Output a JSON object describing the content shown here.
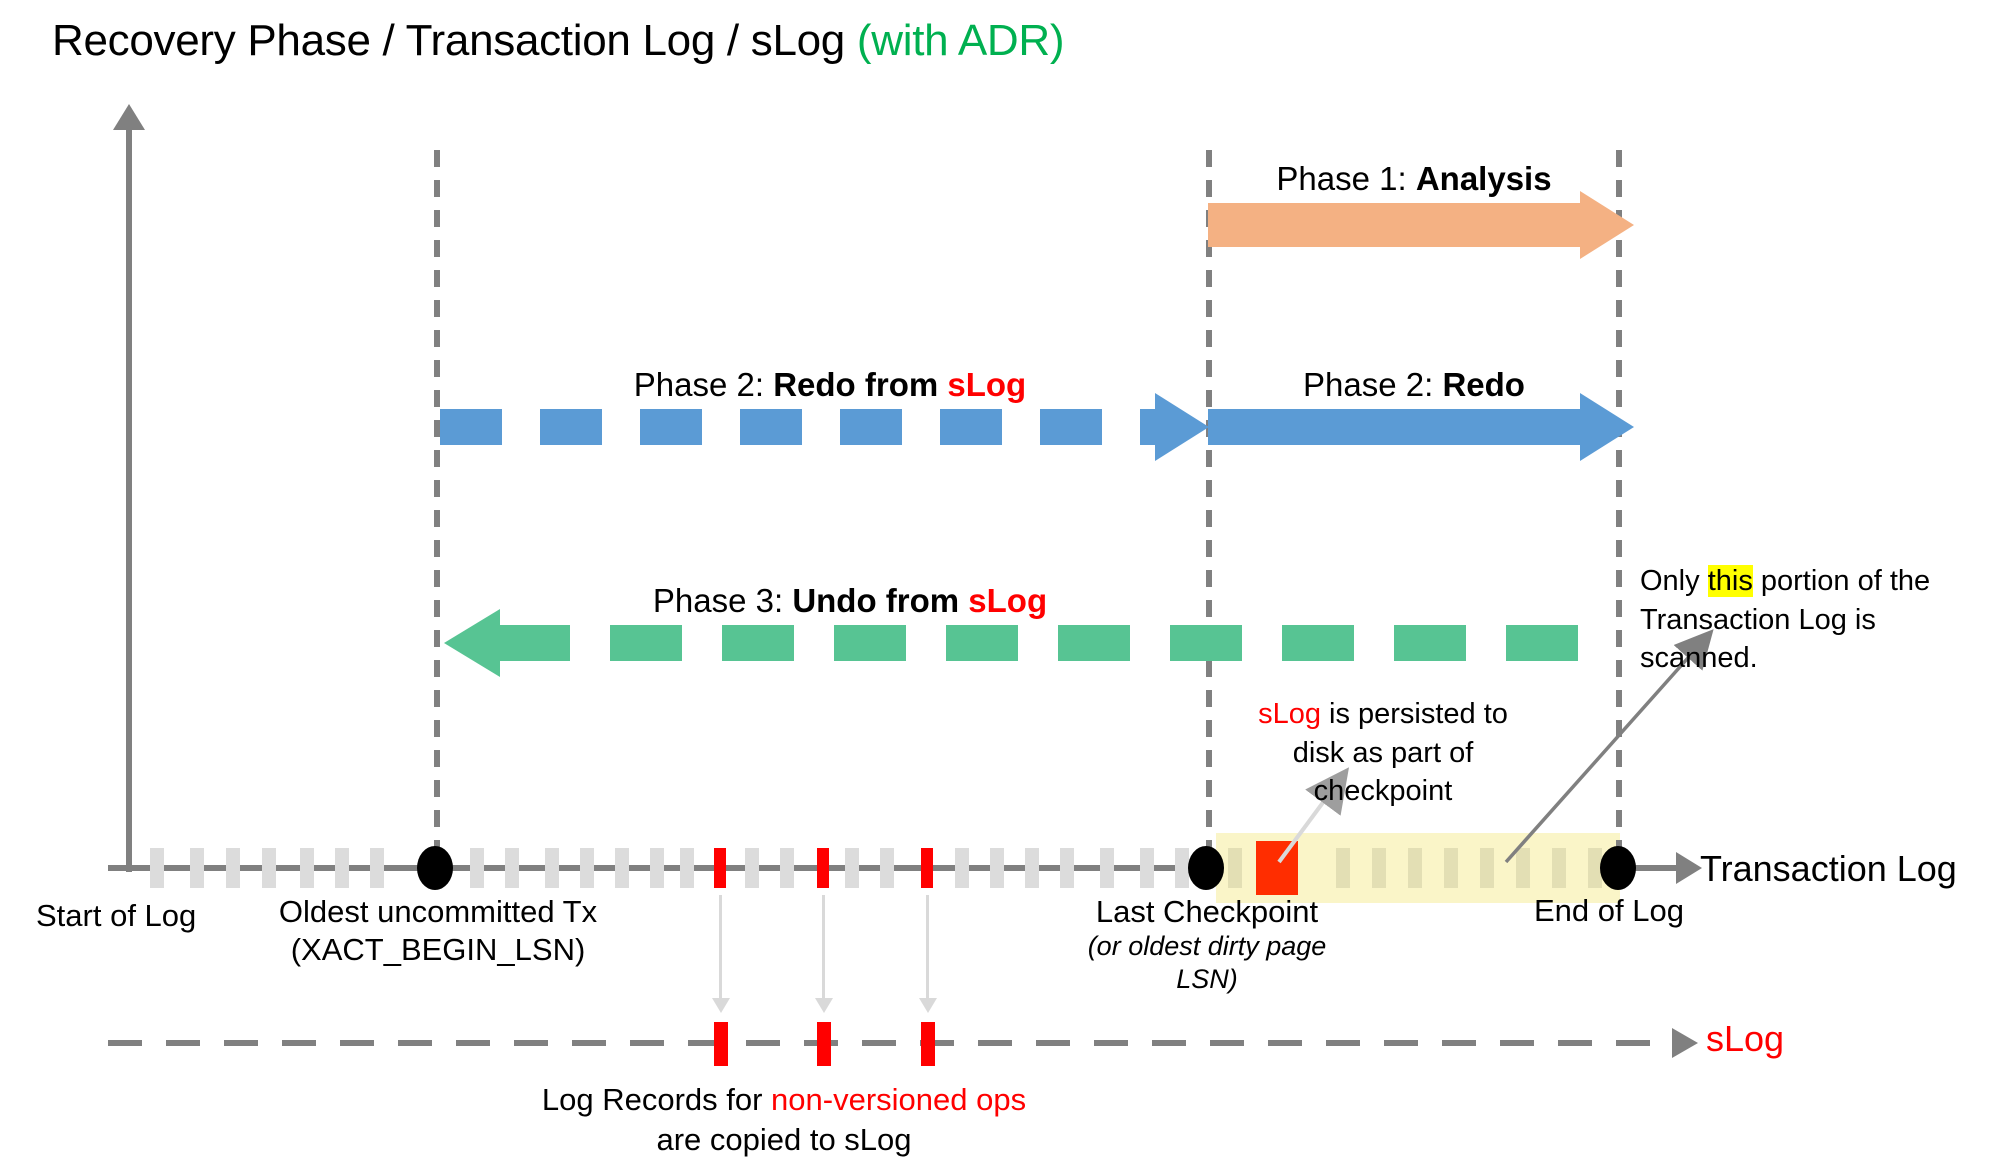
{
  "title": {
    "main": "Recovery Phase / Transaction Log / sLog",
    "suffix": "(with ADR)",
    "suffix_color": "#00B050"
  },
  "phases": [
    {
      "id": "phase-1",
      "prefix": "Phase 1: ",
      "name": "Analysis",
      "color": "#F4B183",
      "style": "solid",
      "direction": "right",
      "from": "Last Checkpoint",
      "to": "End of Log"
    },
    {
      "id": "phase-2-redo",
      "prefix": "Phase 2: ",
      "name": "Redo",
      "color": "#5B9BD5",
      "style": "solid",
      "direction": "right",
      "from": "Last Checkpoint",
      "to": "End of Log"
    },
    {
      "id": "phase-2-redo-slog",
      "prefix": "Phase 2: ",
      "name": "Redo from ",
      "name_accent": "sLog",
      "color": "#5B9BD5",
      "style": "dashed",
      "direction": "right",
      "from": "Oldest uncommitted Tx",
      "to": "Last Checkpoint"
    },
    {
      "id": "phase-3-undo-slog",
      "prefix": "Phase 3: ",
      "name": "Undo from ",
      "name_accent": "sLog",
      "color": "#57C493",
      "style": "dashed",
      "direction": "left",
      "from": "End of Log",
      "to": "Oldest uncommitted Tx"
    }
  ],
  "timeline": {
    "axis_label": "Transaction Log",
    "slog_label": "sLog",
    "markers": [
      {
        "id": "start-of-log",
        "label": "Start of Log",
        "sublabel": ""
      },
      {
        "id": "oldest-uncommitted-tx",
        "label": "Oldest uncommitted Tx",
        "sublabel": "(XACT_BEGIN_LSN)"
      },
      {
        "id": "last-checkpoint",
        "label": "Last Checkpoint",
        "sublabel": "(or oldest dirty page LSN)"
      },
      {
        "id": "end-of-log",
        "label": "End of Log",
        "sublabel": ""
      }
    ]
  },
  "callouts": {
    "slog_persist": {
      "accent": "sLog",
      "rest": " is persisted to disk as part of checkpoint",
      "accent_color": "#FF0000"
    },
    "scanned_portion": {
      "pre": "Only ",
      "highlight": "this",
      "post": " portion of the Transaction Log is scanned.",
      "highlight_color": "#FFFF00"
    },
    "bottom_note": {
      "pre": "Log Records for ",
      "accent": "non-versioned ops",
      "post": " are copied to sLog",
      "accent_color": "#FF0000"
    }
  },
  "colors": {
    "analysis": "#F4B183",
    "redo": "#5B9BD5",
    "undo": "#57C493",
    "nonversioned": "#FF0000",
    "scan_band": "#FAF5C8",
    "axis": "#808080",
    "log_record": "#DCDCDC"
  }
}
